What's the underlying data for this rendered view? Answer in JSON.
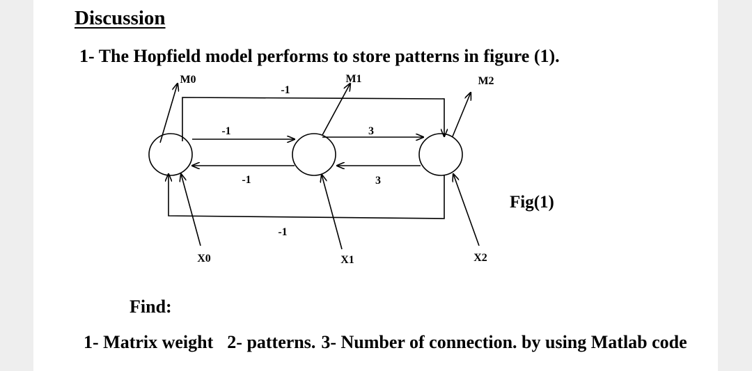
{
  "document": {
    "heading": "Discussion",
    "question": "1- The Hopfield model performs to store patterns in figure (1).",
    "find_label": "Find:",
    "tasks": [
      "1- Matrix weight",
      "2- patterns.",
      "3- Number of connection. by using Matlab code"
    ]
  },
  "figure": {
    "caption": "Fig(1)",
    "neurons": [
      {
        "output": "M0",
        "input": "X0"
      },
      {
        "output": "M1",
        "input": "X1"
      },
      {
        "output": "M2",
        "input": "X2"
      }
    ],
    "weights": {
      "top_loop": "-1",
      "n0_to_n1": "-1",
      "n1_to_n0": "-1",
      "n1_to_n2": "3",
      "n2_to_n1": "3",
      "bottom_loop": "-1"
    }
  }
}
